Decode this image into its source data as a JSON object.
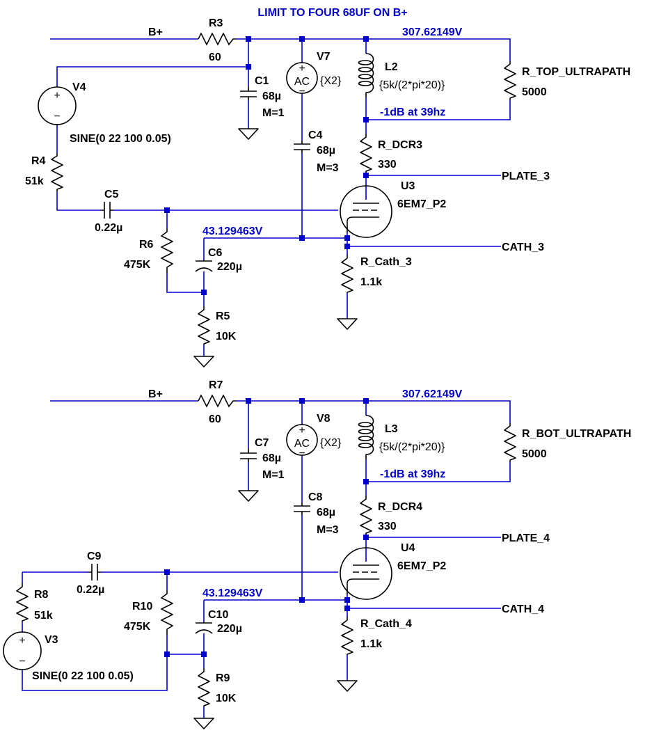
{
  "title": "LIMIT TO FOUR 68UF ON B+",
  "stages": [
    {
      "bplus": "B+",
      "r_supply": {
        "name": "R3",
        "value": "60"
      },
      "node_voltage": "307.62149V",
      "c_filter": {
        "name": "C1",
        "value": "68µ",
        "mult": "M=1"
      },
      "v_ac": {
        "name": "V7",
        "symbol": "AC",
        "value": "{X2}"
      },
      "inductor": {
        "name": "L2",
        "value": "{5k/(2*pi*20)}"
      },
      "r_ultrapath": {
        "name": "R_TOP_ULTRAPATH",
        "value": "5000"
      },
      "note": "-1dB at 39hz",
      "c_bypass": {
        "name": "C4",
        "value": "68µ",
        "mult": "M=3"
      },
      "r_dcr": {
        "name": "R_DCR3",
        "value": "330"
      },
      "plate": "PLATE_3",
      "tube": {
        "name": "U3",
        "type": "6EM7_P2"
      },
      "cathode_voltage": "43.129463V",
      "cath": "CATH_3",
      "r_cath": {
        "name": "R_Cath_3",
        "value": "1.1k"
      },
      "source": {
        "name": "V4",
        "value": "SINE(0 22 100 0.05)"
      },
      "r_source": {
        "name": "R4",
        "value": "51k"
      },
      "c_couple": {
        "name": "C5",
        "value": "0.22µ"
      },
      "r_grid": {
        "name": "R6",
        "value": "475K"
      },
      "c_grid": {
        "name": "C6",
        "value": "220µ"
      },
      "r_bottom": {
        "name": "R5",
        "value": "10K"
      }
    },
    {
      "bplus": "B+",
      "r_supply": {
        "name": "R7",
        "value": "60"
      },
      "node_voltage": "307.62149V",
      "c_filter": {
        "name": "C7",
        "value": "68µ",
        "mult": "M=1"
      },
      "v_ac": {
        "name": "V8",
        "symbol": "AC",
        "value": "{X2}"
      },
      "inductor": {
        "name": "L3",
        "value": "{5k/(2*pi*20)}"
      },
      "r_ultrapath": {
        "name": "R_BOT_ULTRAPATH",
        "value": "5000"
      },
      "note": "-1dB at 39hz",
      "c_bypass": {
        "name": "C8",
        "value": "68µ",
        "mult": "M=3"
      },
      "r_dcr": {
        "name": "R_DCR4",
        "value": "330"
      },
      "plate": "PLATE_4",
      "tube": {
        "name": "U4",
        "type": "6EM7_P2"
      },
      "cathode_voltage": "43.129463V",
      "cath": "CATH_4",
      "r_cath": {
        "name": "R_Cath_4",
        "value": "1.1k"
      },
      "source": {
        "name": "V3",
        "value": "SINE(0 22 100 0.05)"
      },
      "r_source": {
        "name": "R8",
        "value": "51k"
      },
      "c_couple": {
        "name": "C9",
        "value": "0.22µ"
      },
      "r_grid": {
        "name": "R10",
        "value": "475K"
      },
      "c_grid": {
        "name": "C10",
        "value": "220µ"
      },
      "r_bottom": {
        "name": "R9",
        "value": "10K"
      }
    }
  ],
  "glyphs": {
    "plus": "+",
    "minus": "−"
  },
  "colors": {
    "wire": "#0000cc",
    "component": "#000000",
    "background": "#ffffff"
  }
}
